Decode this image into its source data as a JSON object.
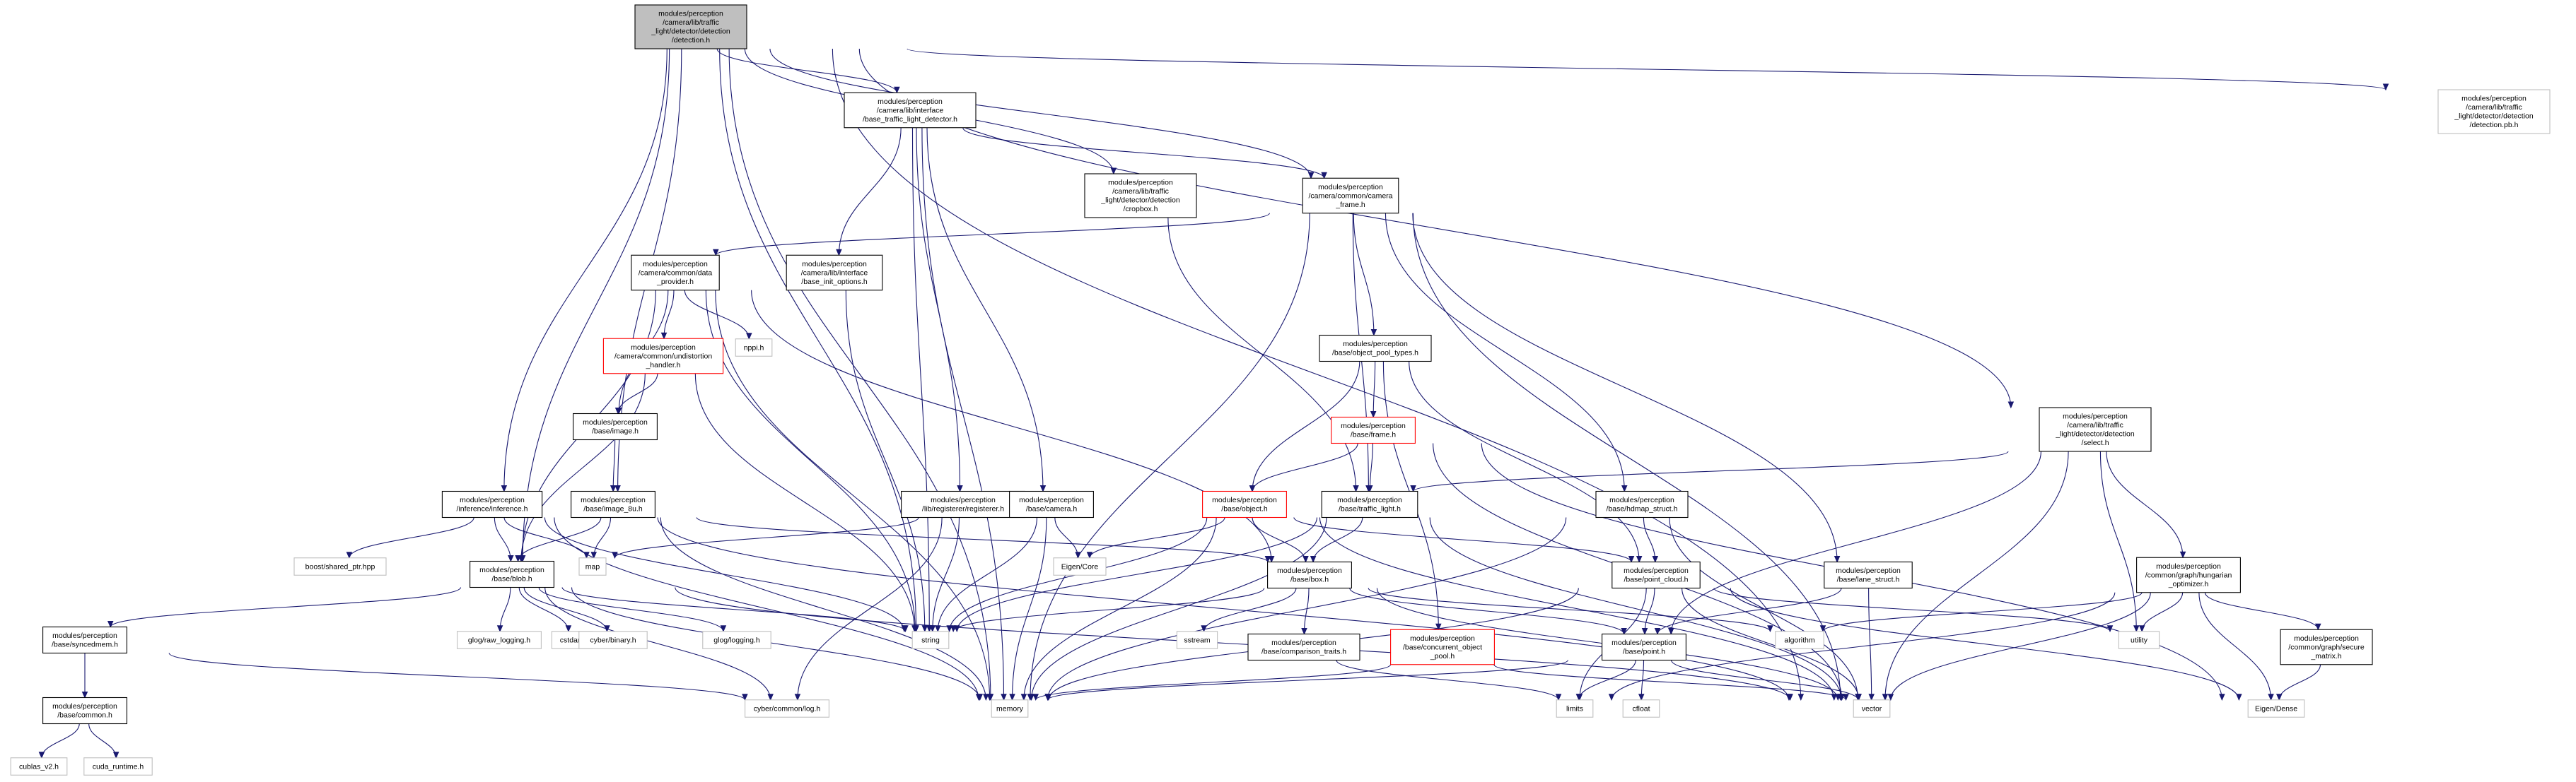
{
  "colors": {
    "edge": "#191970",
    "border_default": "#000000",
    "border_truncated": "#ff0000",
    "border_external": "#bfbfbf",
    "fill_root": "#bfbfbf",
    "fill_default": "#ffffff"
  },
  "nodes": [
    {
      "id": "root",
      "lines": [
        "modules/perception",
        "/camera/lib/traffic",
        "_light/detector/detection",
        "/detection.h"
      ],
      "style": "root"
    },
    {
      "id": "btld",
      "lines": [
        "modules/perception",
        "/camera/lib/interface",
        "/base_traffic_light_detector.h"
      ],
      "style": "normal"
    },
    {
      "id": "cropbox",
      "lines": [
        "modules/perception",
        "/camera/lib/traffic",
        "_light/detector/detection",
        "/cropbox.h"
      ],
      "style": "normal"
    },
    {
      "id": "camframe",
      "lines": [
        "modules/perception",
        "/camera/common/camera",
        "_frame.h"
      ],
      "style": "normal"
    },
    {
      "id": "detpb",
      "lines": [
        "modules/perception",
        "/camera/lib/traffic",
        "_light/detector/detection",
        "/detection.pb.h"
      ],
      "style": "external"
    },
    {
      "id": "dataprov",
      "lines": [
        "modules/perception",
        "/camera/common/data",
        "_provider.h"
      ],
      "style": "normal"
    },
    {
      "id": "initopt",
      "lines": [
        "modules/perception",
        "/camera/lib/interface",
        "/base_init_options.h"
      ],
      "style": "normal"
    },
    {
      "id": "undist",
      "lines": [
        "modules/perception",
        "/camera/common/undistortion",
        "_handler.h"
      ],
      "style": "truncated"
    },
    {
      "id": "nppi",
      "lines": [
        "nppi.h"
      ],
      "style": "external"
    },
    {
      "id": "objpool",
      "lines": [
        "modules/perception",
        "/base/object_pool_types.h"
      ],
      "style": "normal"
    },
    {
      "id": "frame",
      "lines": [
        "modules/perception",
        "/base/frame.h"
      ],
      "style": "truncated"
    },
    {
      "id": "image",
      "lines": [
        "modules/perception",
        "/base/image.h"
      ],
      "style": "normal"
    },
    {
      "id": "select",
      "lines": [
        "modules/perception",
        "/camera/lib/traffic",
        "_light/detector/detection",
        "/select.h"
      ],
      "style": "normal"
    },
    {
      "id": "inference",
      "lines": [
        "modules/perception",
        "/inference/inference.h"
      ],
      "style": "normal"
    },
    {
      "id": "image8u",
      "lines": [
        "modules/perception",
        "/base/image_8u.h"
      ],
      "style": "normal"
    },
    {
      "id": "registerer",
      "lines": [
        "modules/perception",
        "/lib/registerer/registerer.h"
      ],
      "style": "normal"
    },
    {
      "id": "camera",
      "lines": [
        "modules/perception",
        "/base/camera.h"
      ],
      "style": "normal"
    },
    {
      "id": "object",
      "lines": [
        "modules/perception",
        "/base/object.h"
      ],
      "style": "truncated"
    },
    {
      "id": "trafficlight",
      "lines": [
        "modules/perception",
        "/base/traffic_light.h"
      ],
      "style": "normal"
    },
    {
      "id": "hdmap",
      "lines": [
        "modules/perception",
        "/base/hdmap_struct.h"
      ],
      "style": "normal"
    },
    {
      "id": "hungarian",
      "lines": [
        "modules/perception",
        "/common/graph/hungarian",
        "_optimizer.h"
      ],
      "style": "normal"
    },
    {
      "id": "boostptr",
      "lines": [
        "boost/shared_ptr.hpp"
      ],
      "style": "external"
    },
    {
      "id": "blob",
      "lines": [
        "modules/perception",
        "/base/blob.h"
      ],
      "style": "normal"
    },
    {
      "id": "map",
      "lines": [
        "map"
      ],
      "style": "external"
    },
    {
      "id": "eigencore",
      "lines": [
        "Eigen/Core"
      ],
      "style": "external"
    },
    {
      "id": "box",
      "lines": [
        "modules/perception",
        "/base/box.h"
      ],
      "style": "normal"
    },
    {
      "id": "pointcloud",
      "lines": [
        "modules/perception",
        "/base/point_cloud.h"
      ],
      "style": "normal"
    },
    {
      "id": "lanestruct",
      "lines": [
        "modules/perception",
        "/base/lane_struct.h"
      ],
      "style": "normal"
    },
    {
      "id": "secure",
      "lines": [
        "modules/perception",
        "/common/graph/secure",
        "_matrix.h"
      ],
      "style": "normal"
    },
    {
      "id": "syncedmem",
      "lines": [
        "modules/perception",
        "/base/syncedmem.h"
      ],
      "style": "normal"
    },
    {
      "id": "glograw",
      "lines": [
        "glog/raw_logging.h"
      ],
      "style": "external"
    },
    {
      "id": "cstdarg",
      "lines": [
        "cstdarg"
      ],
      "style": "external"
    },
    {
      "id": "cyberbin",
      "lines": [
        "cyber/binary.h"
      ],
      "style": "external"
    },
    {
      "id": "gloglog",
      "lines": [
        "glog/logging.h"
      ],
      "style": "external"
    },
    {
      "id": "string",
      "lines": [
        "string"
      ],
      "style": "external"
    },
    {
      "id": "sstream",
      "lines": [
        "sstream"
      ],
      "style": "external"
    },
    {
      "id": "comptraits",
      "lines": [
        "modules/perception",
        "/base/comparison_traits.h"
      ],
      "style": "normal"
    },
    {
      "id": "concpool",
      "lines": [
        "modules/perception",
        "/base/concurrent_object",
        "_pool.h"
      ],
      "style": "truncated"
    },
    {
      "id": "algorithm",
      "lines": [
        "algorithm"
      ],
      "style": "external"
    },
    {
      "id": "point",
      "lines": [
        "modules/perception",
        "/base/point.h"
      ],
      "style": "normal"
    },
    {
      "id": "utility",
      "lines": [
        "utility"
      ],
      "style": "external"
    },
    {
      "id": "common",
      "lines": [
        "modules/perception",
        "/base/common.h"
      ],
      "style": "normal"
    },
    {
      "id": "cyberlog",
      "lines": [
        "cyber/common/log.h"
      ],
      "style": "external"
    },
    {
      "id": "memory",
      "lines": [
        "memory"
      ],
      "style": "external"
    },
    {
      "id": "limits",
      "lines": [
        "limits"
      ],
      "style": "external"
    },
    {
      "id": "cfloat",
      "lines": [
        "cfloat"
      ],
      "style": "external"
    },
    {
      "id": "vector",
      "lines": [
        "vector"
      ],
      "style": "external"
    },
    {
      "id": "eigendense",
      "lines": [
        "Eigen/Dense"
      ],
      "style": "external"
    },
    {
      "id": "cublas",
      "lines": [
        "cublas_v2.h"
      ],
      "style": "external"
    },
    {
      "id": "cudart",
      "lines": [
        "cuda_runtime.h"
      ],
      "style": "external"
    }
  ],
  "edges": [
    [
      "root",
      "btld"
    ],
    [
      "root",
      "cropbox"
    ],
    [
      "root",
      "camframe"
    ],
    [
      "root",
      "detpb"
    ],
    [
      "root",
      "select"
    ],
    [
      "root",
      "inference"
    ],
    [
      "root",
      "image8u"
    ],
    [
      "root",
      "blob"
    ],
    [
      "root",
      "memory"
    ],
    [
      "root",
      "string"
    ],
    [
      "root",
      "vector"
    ],
    [
      "btld",
      "camframe"
    ],
    [
      "btld",
      "initopt"
    ],
    [
      "btld",
      "registerer"
    ],
    [
      "btld",
      "camera"
    ],
    [
      "btld",
      "string"
    ],
    [
      "btld",
      "memory"
    ],
    [
      "cropbox",
      "trafficlight"
    ],
    [
      "camframe",
      "dataprov"
    ],
    [
      "camframe",
      "objpool"
    ],
    [
      "camframe",
      "hdmap"
    ],
    [
      "camframe",
      "lanestruct"
    ],
    [
      "camframe",
      "trafficlight"
    ],
    [
      "camframe",
      "memory"
    ],
    [
      "camframe",
      "vector"
    ],
    [
      "dataprov",
      "undist"
    ],
    [
      "dataprov",
      "nppi"
    ],
    [
      "dataprov",
      "image"
    ],
    [
      "dataprov",
      "blob"
    ],
    [
      "dataprov",
      "box"
    ],
    [
      "dataprov",
      "memory"
    ],
    [
      "dataprov",
      "string"
    ],
    [
      "initopt",
      "string"
    ],
    [
      "undist",
      "image"
    ],
    [
      "undist",
      "blob"
    ],
    [
      "undist",
      "string"
    ],
    [
      "objpool",
      "frame"
    ],
    [
      "objpool",
      "object"
    ],
    [
      "objpool",
      "pointcloud"
    ],
    [
      "objpool",
      "concpool"
    ],
    [
      "frame",
      "object"
    ],
    [
      "frame",
      "trafficlight"
    ],
    [
      "frame",
      "vector"
    ],
    [
      "frame",
      "eigendense"
    ],
    [
      "image",
      "image8u"
    ],
    [
      "select",
      "trafficlight"
    ],
    [
      "select",
      "hungarian"
    ],
    [
      "select",
      "utility"
    ],
    [
      "select",
      "point"
    ],
    [
      "select",
      "vector"
    ],
    [
      "inference",
      "blob"
    ],
    [
      "inference",
      "boostptr"
    ],
    [
      "inference",
      "map"
    ],
    [
      "inference",
      "string"
    ],
    [
      "inference",
      "vector"
    ],
    [
      "inference",
      "memory"
    ],
    [
      "image8u",
      "blob"
    ],
    [
      "image8u",
      "box"
    ],
    [
      "image8u",
      "map"
    ],
    [
      "image8u",
      "memory"
    ],
    [
      "registerer",
      "map"
    ],
    [
      "registerer",
      "string"
    ],
    [
      "registerer",
      "cyberlog"
    ],
    [
      "camera",
      "eigencore"
    ],
    [
      "camera",
      "string"
    ],
    [
      "camera",
      "memory"
    ],
    [
      "object",
      "eigencore"
    ],
    [
      "object",
      "box"
    ],
    [
      "object",
      "pointcloud"
    ],
    [
      "object",
      "string"
    ],
    [
      "object",
      "vector"
    ],
    [
      "object",
      "memory"
    ],
    [
      "trafficlight",
      "box"
    ],
    [
      "trafficlight",
      "string"
    ],
    [
      "trafficlight",
      "vector"
    ],
    [
      "trafficlight",
      "memory"
    ],
    [
      "hdmap",
      "pointcloud"
    ],
    [
      "hdmap",
      "vector"
    ],
    [
      "hdmap",
      "memory"
    ],
    [
      "hungarian",
      "secure"
    ],
    [
      "hungarian",
      "utility"
    ],
    [
      "hungarian",
      "algorithm"
    ],
    [
      "hungarian",
      "vector"
    ],
    [
      "hungarian",
      "limits"
    ],
    [
      "hungarian",
      "eigendense"
    ],
    [
      "blob",
      "syncedmem"
    ],
    [
      "blob",
      "glograw"
    ],
    [
      "blob",
      "cstdarg"
    ],
    [
      "blob",
      "cyberbin"
    ],
    [
      "blob",
      "gloglog"
    ],
    [
      "blob",
      "string"
    ],
    [
      "blob",
      "cyberlog"
    ],
    [
      "blob",
      "vector"
    ],
    [
      "blob",
      "memory"
    ],
    [
      "box",
      "comptraits"
    ],
    [
      "box",
      "point"
    ],
    [
      "box",
      "sstream"
    ],
    [
      "box",
      "string"
    ],
    [
      "box",
      "algorithm"
    ],
    [
      "box",
      "vector"
    ],
    [
      "pointcloud",
      "point"
    ],
    [
      "pointcloud",
      "utility"
    ],
    [
      "pointcloud",
      "vector"
    ],
    [
      "pointcloud",
      "limits"
    ],
    [
      "pointcloud",
      "memory"
    ],
    [
      "pointcloud",
      "eigendense"
    ],
    [
      "lanestruct",
      "point"
    ],
    [
      "lanestruct",
      "vector"
    ],
    [
      "secure",
      "eigendense"
    ],
    [
      "syncedmem",
      "common"
    ],
    [
      "syncedmem",
      "cyberlog"
    ],
    [
      "comptraits",
      "limits"
    ],
    [
      "concpool",
      "memory"
    ],
    [
      "concpool",
      "vector"
    ],
    [
      "point",
      "limits"
    ],
    [
      "point",
      "cfloat"
    ],
    [
      "point",
      "vector"
    ],
    [
      "point",
      "memory"
    ],
    [
      "common",
      "cublas"
    ],
    [
      "common",
      "cudart"
    ]
  ]
}
